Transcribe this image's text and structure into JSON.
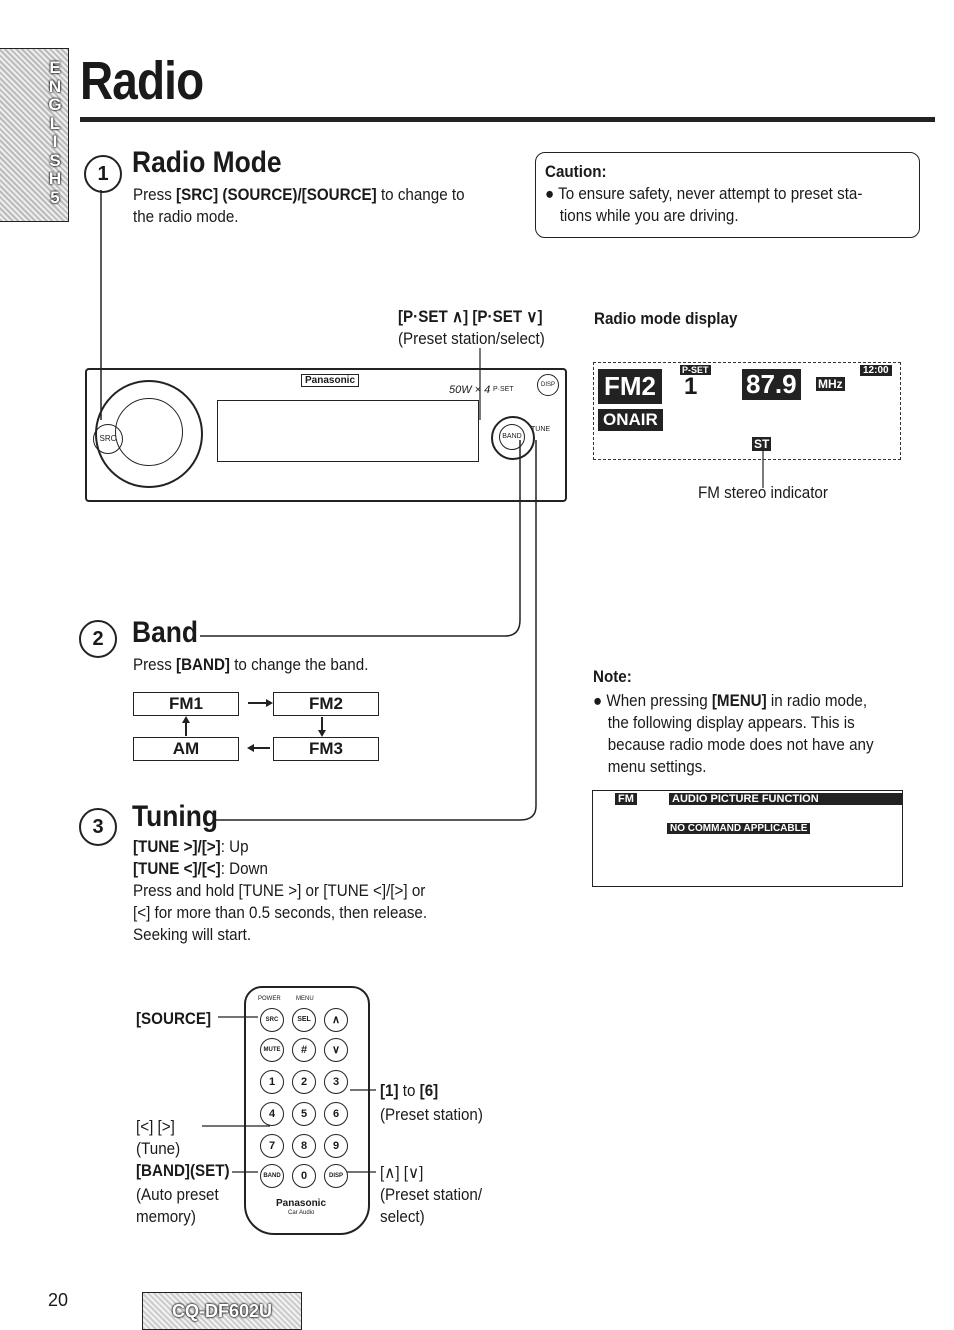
{
  "tab": {
    "letters": [
      "E",
      "N",
      "G",
      "L",
      "I",
      "S",
      "H",
      "5"
    ]
  },
  "title": "Radio",
  "sections": {
    "radio_mode": {
      "number": "1",
      "title": "Radio Mode",
      "text_pre": "Press ",
      "text_bold": "[SRC] (SOURCE)/[SOURCE]",
      "text_post": " to change to",
      "text_line2": "the radio mode."
    },
    "band": {
      "number": "2",
      "title": "Band",
      "text_pre": "Press ",
      "text_bold": "[BAND]",
      "text_post": " to change the band.",
      "boxes": {
        "fm1": "FM1",
        "fm2": "FM2",
        "am": "AM",
        "fm3": "FM3"
      }
    },
    "tuning": {
      "number": "3",
      "title": "Tuning",
      "line1_bold": "[TUNE >]/[>]",
      "line1_text": ": Up",
      "line2_bold": "[TUNE <]/[<]",
      "line2_text": ": Down",
      "line3": "Press and hold [TUNE >] or [TUNE <]/[>] or",
      "line4": "[<] for more than 0.5 seconds, then release.",
      "line5": "Seeking will start."
    }
  },
  "caution": {
    "title": "Caution:",
    "line1": "● To ensure safety, never attempt to preset sta-",
    "line2": "tions while you are driving."
  },
  "pset": {
    "label_bold": "[P·SET ∧] [P·SET ∨]",
    "label_sub": "(Preset station/select)"
  },
  "display": {
    "heading": "Radio mode display",
    "band": "FM2",
    "pset": "P-SET",
    "preset": "1",
    "freq": "87.9",
    "unit": "MHz",
    "clock": "12:00",
    "onair": "ONAIR",
    "st": "ST",
    "stereo_label": "FM stereo indicator"
  },
  "faceplate": {
    "brand": "Panasonic",
    "power": "50W × 4",
    "src": "SRC",
    "band": "BAND",
    "tune": "TUNE",
    "pset": "P·SET",
    "disp": "DISP"
  },
  "note": {
    "title": "Note:",
    "line1_pre": "● When pressing ",
    "line1_bold": "[MENU]",
    "line1_post": " in radio mode,",
    "line2": "the following display appears. This is",
    "line3": "because radio mode does not have any",
    "line4": "menu settings.",
    "menu_band": "FM",
    "menu_items": "AUDIO PICTURE FUNCTION",
    "menu_message": "NO COMMAND APPLICABLE"
  },
  "remote": {
    "source_label": "[SOURCE]",
    "tune_label": "[<] [>]",
    "tune_sub": "(Tune)",
    "bandset_label": "[BAND](SET)",
    "bandset_sub1": "(Auto preset",
    "bandset_sub2": "memory)",
    "preset_label_bold": "[1]",
    "preset_label_mid": " to ",
    "preset_label_bold2": "[6]",
    "preset_sub": "(Preset station)",
    "updown_label": "[∧] [∨]",
    "updown_sub1": "(Preset station/",
    "updown_sub2": "select)",
    "brand": "Panasonic",
    "brand_sub": "Car Audio",
    "btn_source": "SRC",
    "btn_sel": "SEL",
    "btn_mute": "MUTE",
    "btn_up": "∧",
    "btn_down": "∨",
    "btn_vol": "#",
    "keys": [
      "1",
      "2",
      "3",
      "4",
      "5",
      "6",
      "7",
      "8",
      "9",
      "0"
    ],
    "btn_band": "BAND",
    "btn_disp": "DISP",
    "power": "POWER",
    "menu": "MENU"
  },
  "footer": {
    "page_number": "20",
    "model": "CQ-DF602U"
  }
}
